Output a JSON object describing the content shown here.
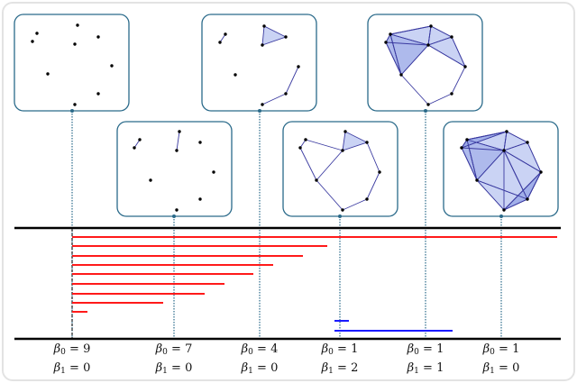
{
  "symbol": "β",
  "equals": "=",
  "h0_sub": "0",
  "h1_sub": "1",
  "stages": [
    {
      "b0": "9",
      "b1": "0"
    },
    {
      "b0": "7",
      "b1": "0"
    },
    {
      "b0": "4",
      "b1": "0"
    },
    {
      "b0": "1",
      "b1": "2"
    },
    {
      "b0": "1",
      "b1": "1"
    },
    {
      "b0": "1",
      "b1": "0"
    }
  ],
  "colors": {
    "h0_bar": "#ff1a1a",
    "h1_bar": "#1a1aff",
    "panel_border": "#2a6a8a",
    "simplex_fill": "#b8c4f0",
    "edge": "#3a3aa0",
    "axis": "#000000"
  }
}
